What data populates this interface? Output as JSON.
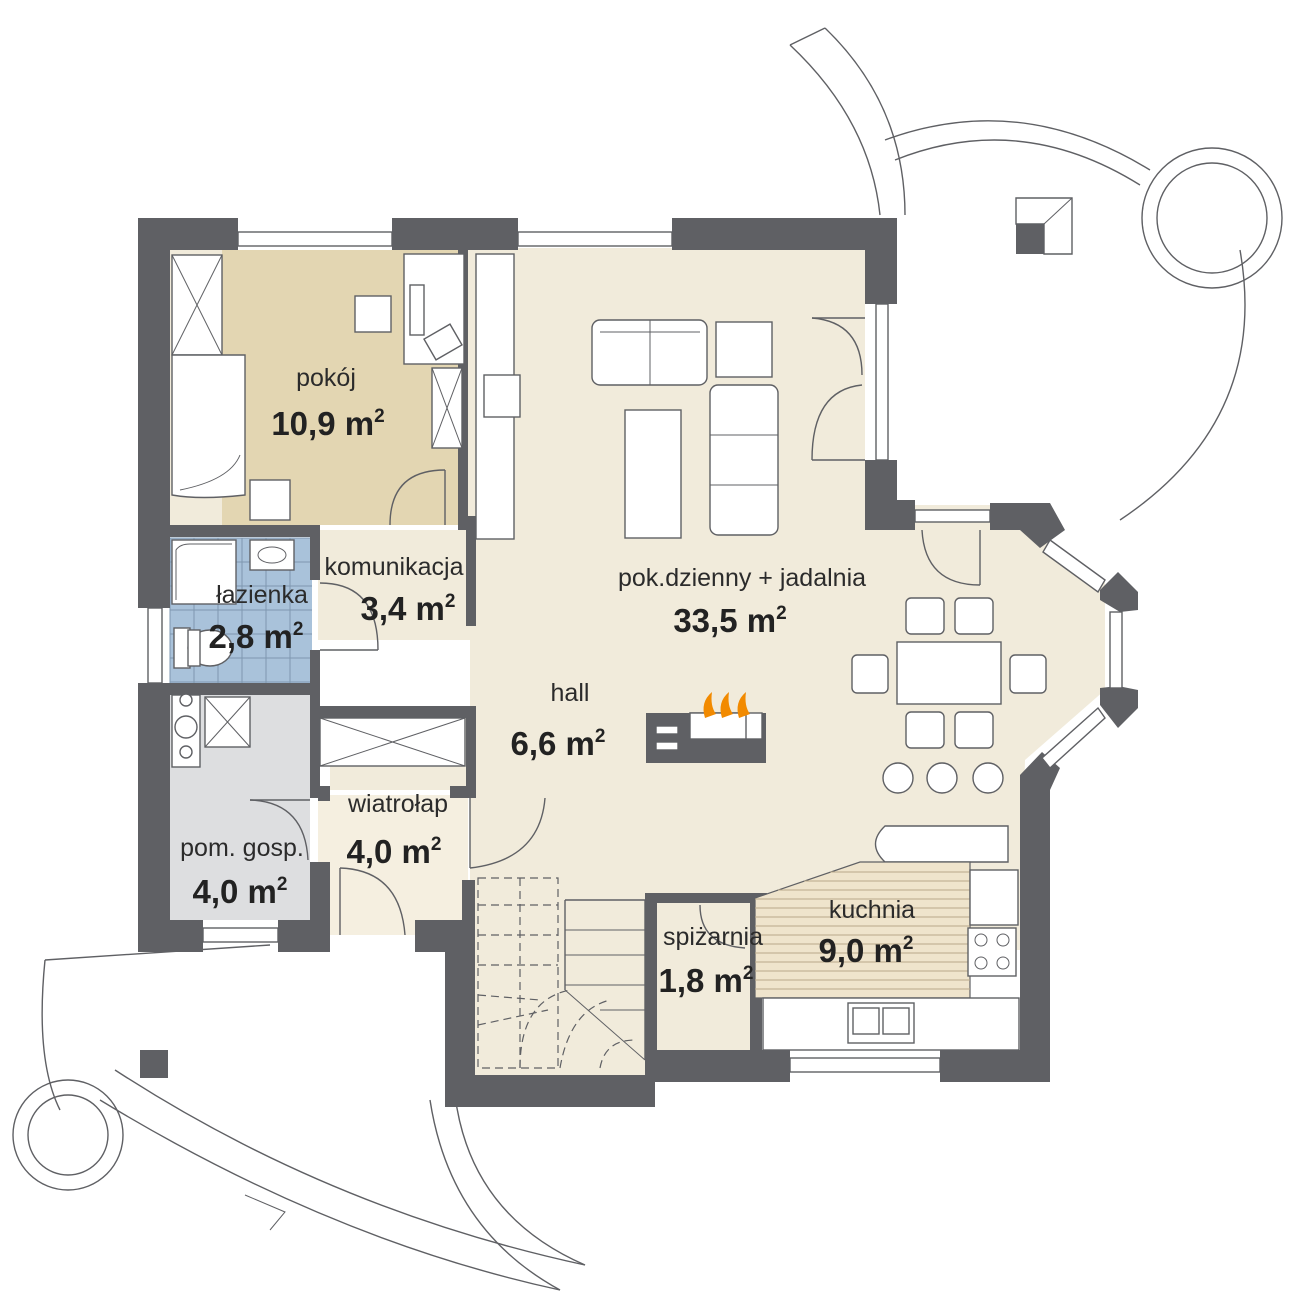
{
  "rooms": [
    {
      "id": "pokoj",
      "name": "pokój",
      "area": "10,9 m",
      "sup": "2"
    },
    {
      "id": "lazienka",
      "name": "łazienka",
      "area": "2,8 m",
      "sup": "2"
    },
    {
      "id": "komunikacja",
      "name": "komunikacja",
      "area": "3,4 m",
      "sup": "2"
    },
    {
      "id": "pokdzienny",
      "name": "pok.dzienny  + jadalnia",
      "area": "33,5 m",
      "sup": "2"
    },
    {
      "id": "hall",
      "name": "hall",
      "area": "6,6 m",
      "sup": "2"
    },
    {
      "id": "wiatrolap",
      "name": "wiatrołap",
      "area": "4,0 m",
      "sup": "2"
    },
    {
      "id": "pomgosp",
      "name": "pom. gosp.",
      "area": "4,0 m",
      "sup": "2"
    },
    {
      "id": "spizarnia",
      "name": "spiżarnia",
      "area": "1,8 m",
      "sup": "2"
    },
    {
      "id": "kuchnia",
      "name": "kuchnia",
      "area": "9,0 m",
      "sup": "2"
    }
  ],
  "colors": {
    "wall": "#5f6064",
    "floor_main": "#f1ebdb",
    "floor_room": "#e3d6b2",
    "floor_utility": "#dddee0",
    "floor_bathroom": "#a9c2da",
    "fireplace_flame": "#f28a00"
  }
}
